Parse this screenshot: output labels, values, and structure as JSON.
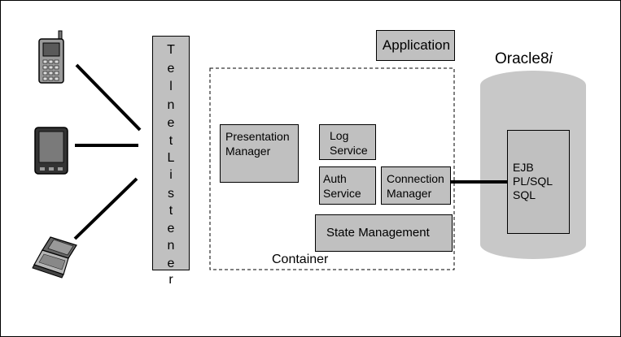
{
  "listener": {
    "lines": [
      "T",
      "e",
      "l",
      "n",
      "e",
      "t",
      "",
      "L",
      "i",
      "s",
      "t",
      "e",
      "n",
      "e",
      "r"
    ]
  },
  "application_label": "Application",
  "database": {
    "title_main": "Oracle8",
    "title_italic": "i",
    "items": [
      "EJB",
      "PL/SQL",
      "SQL"
    ]
  },
  "container": {
    "label": "Container",
    "presentation_manager": "Presentation\nManager",
    "log_service": "Log\nService",
    "auth_service": "Auth\nService",
    "connection_manager": "Connection\nManager",
    "state_management": "State Management"
  },
  "devices": [
    "mobile-phone-icon",
    "pda-icon",
    "laptop-icon"
  ],
  "colors": {
    "box_fill": "#c0c0c0",
    "db_fill": "#c8c8c8",
    "line": "#000000"
  }
}
